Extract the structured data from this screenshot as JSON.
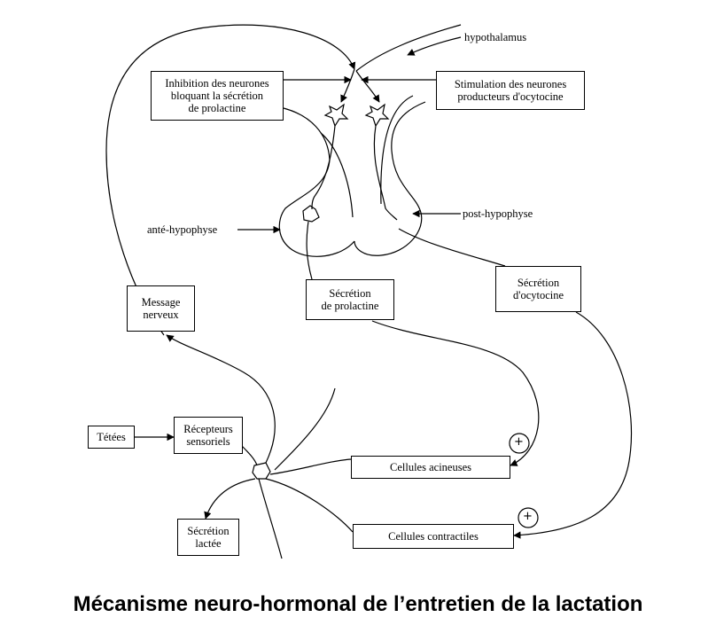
{
  "title": "Mécanisme neuro-hormonal de l’entretien de la lactation",
  "labels": {
    "hypothalamus": "hypothalamus",
    "ante_hypophyse": "anté-hypophyse",
    "post_hypophyse": "post-hypophyse"
  },
  "boxes": {
    "inhibition": "Inhibition des neurones\nbloquant la sécrétion\nde prolactine",
    "stimulation": "Stimulation des neurones\nproducteurs d'ocytocine",
    "message_nerveux": "Message\nnerveux",
    "secretion_prolactine": "Sécrétion\nde prolactine",
    "secretion_ocytocine": "Sécrétion\nd'ocytocine",
    "tetees": "Tétées",
    "recepteurs": "Récepteurs\nsensoriels",
    "cellules_acineuses": "Cellules   acineuses",
    "cellules_contractiles": "Cellules   contractiles",
    "secretion_lactee": "Sécrétion\nlactée"
  },
  "symbols": {
    "plus": "+"
  }
}
